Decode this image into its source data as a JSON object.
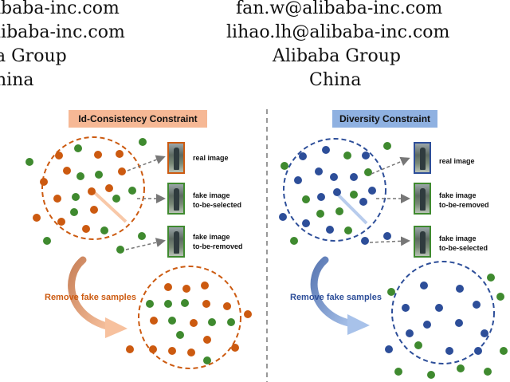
{
  "header": {
    "left_lines": [
      "ibaba-inc.com",
      "libaba-inc.com",
      "a Group",
      "hina"
    ],
    "right_lines": [
      "fan.w@alibaba-inc.com",
      "lihao.lh@alibaba-inc.com",
      "Alibaba Group",
      "China"
    ]
  },
  "colors": {
    "orange": "#cc5a10",
    "green": "#3f8a2f",
    "blue": "#2d4e99",
    "orange_title_bg": "#f6b895",
    "blue_title_bg": "#8fb1e1",
    "divider": "#999999"
  },
  "left_panel": {
    "title": "Id-Consistency Constraint",
    "labels": {
      "real": "real image",
      "fake1": [
        "fake image",
        "to-be-selected"
      ],
      "fake2": [
        "fake image",
        "to-be-removed"
      ]
    },
    "remove_label": "Remove fake samples"
  },
  "right_panel": {
    "title": "Diversity Constraint",
    "labels": {
      "real": "real image",
      "fake1": [
        "fake image",
        "to-be-removed"
      ],
      "fake2": [
        "fake image",
        "to-be-selected"
      ]
    },
    "remove_label": "Remove fake samples"
  },
  "icons": {
    "thumbnail": "person-photo-icon",
    "curved_arrow": "curved-arrow-icon",
    "dashed_arrow": "dashed-arrow-icon"
  }
}
